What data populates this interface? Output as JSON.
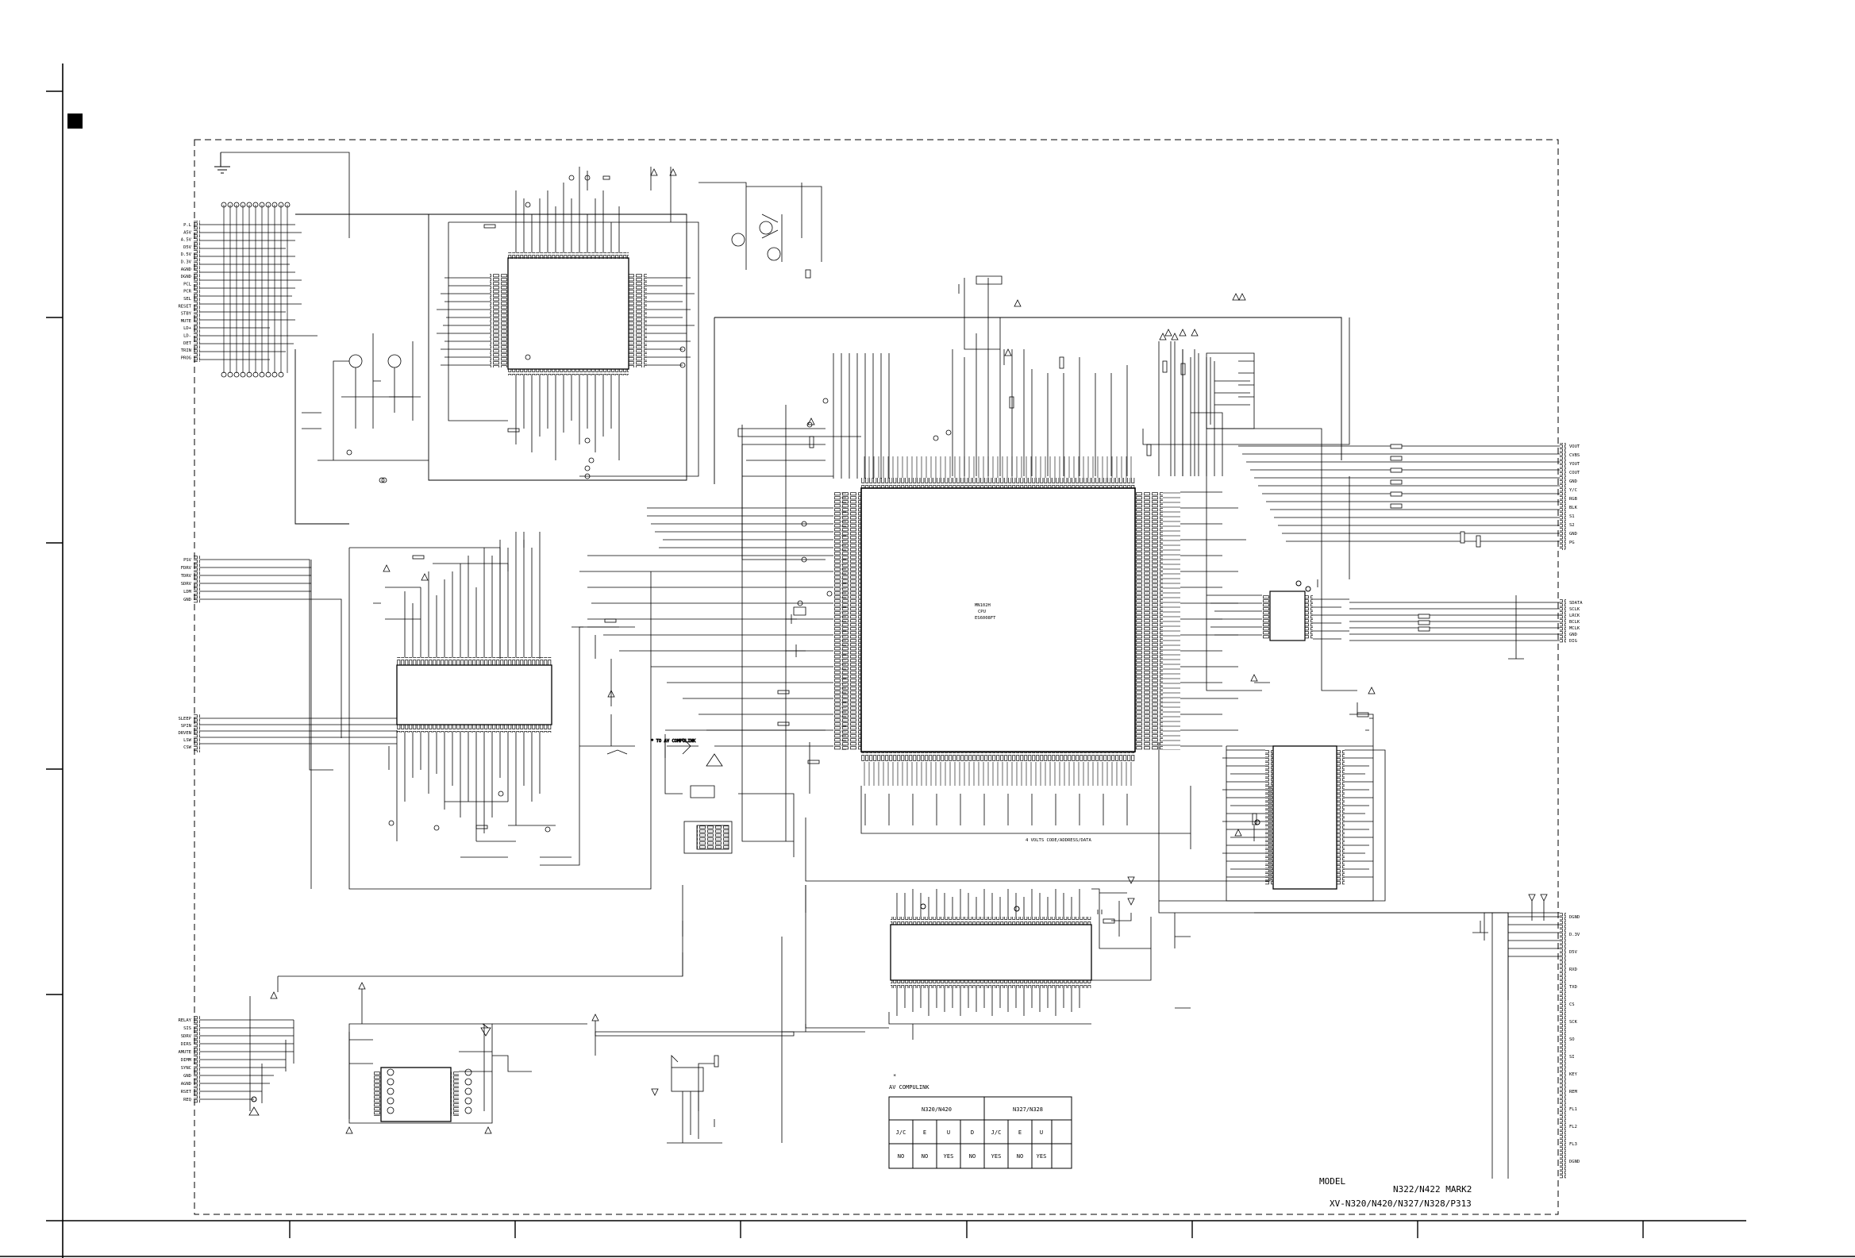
{
  "model_block": {
    "heading": "MODEL",
    "line1": "N322/N422 MARK2",
    "line2": "XV-N320/N420/N327/N328/P313"
  },
  "compulink": {
    "note_mark": "*",
    "title": "AV COMPULINK",
    "groups": [
      "N320/N420",
      "N327/N328"
    ],
    "headers": [
      "J/C",
      "E",
      "U",
      "D",
      "J/C",
      "E",
      "U"
    ],
    "values": [
      "NO",
      "NO",
      "YES",
      "NO",
      "YES",
      "NO",
      "YES"
    ]
  },
  "ic_labels": {
    "main_ic_part": "MN102H",
    "main_ic_desc": "CPU",
    "main_ic_code": "ES6008FT",
    "compulink_note": "* TO AV COMPULINK",
    "bus_note": "4 VOLTS CODE/ADDRESS/DATA"
  },
  "connectors": {
    "left_top": [
      "P.L",
      "A5V",
      "A.5V",
      "D5V",
      "D.5V",
      "D.3V",
      "AGND",
      "DGND",
      "PCL",
      "PCR",
      "SEL",
      "RESET",
      "STBY",
      "MUTE",
      "LD+",
      "LD-",
      "DET",
      "TRIN",
      "PROG"
    ],
    "left_mid": [
      "PSV",
      "FDRV",
      "TDRV",
      "SDRV",
      "LDM",
      "GND"
    ],
    "left_mid2": [
      "SLEEP",
      "SPIN",
      "DRVEN",
      "LSW",
      "CSW"
    ],
    "left_bot": [
      "RELAY",
      "SIS",
      "SDRV",
      "DIRS",
      "AMUTE",
      "DIMM",
      "SYNC",
      "GND",
      "AGND",
      "RSET",
      "REQ"
    ],
    "right_top": [
      "VOUT",
      "CVBS",
      "YOUT",
      "COUT",
      "GND",
      "Y/C",
      "RGB",
      "BLK",
      "S1",
      "S2",
      "GND",
      "PG"
    ],
    "right_mid": [
      "SDATA",
      "SCLK",
      "LRCK",
      "BCLK",
      "MCLK",
      "GND",
      "DIG"
    ],
    "right_bot": [
      "DGND",
      "D.3V",
      "D5V",
      "RXD",
      "TXD",
      "CS",
      "SCK",
      "SO",
      "SI",
      "KEY",
      "REM",
      "FL1",
      "FL2",
      "FL3",
      "DGND"
    ]
  }
}
